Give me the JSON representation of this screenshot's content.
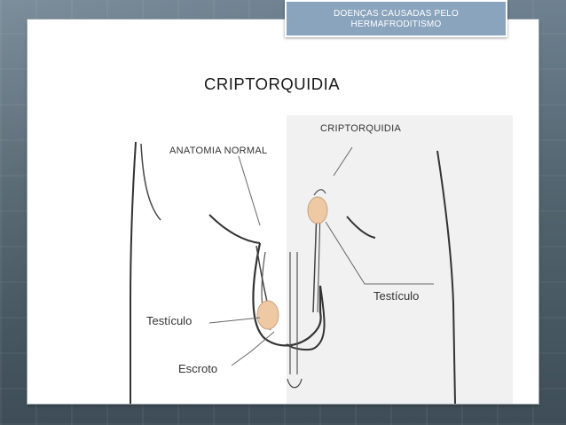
{
  "header": {
    "line1": "DOENÇAS CAUSADAS PELO",
    "line2": "HERMAFRODITISMO"
  },
  "slide_title": "CRIPTORQUIDIA",
  "figure": {
    "label_criptorquidia": "CRIPTORQUIDIA",
    "label_anatomia_normal": "ANATOMIA NORMAL",
    "label_testiculo_right": "Testículo",
    "label_testiculo_left": "Testículo",
    "label_escroto": "Escroto"
  },
  "colors": {
    "header_fill": "#8aa4bd",
    "testis_fill": "#efc9a4",
    "highlight_panel": "#f1f1f1"
  }
}
